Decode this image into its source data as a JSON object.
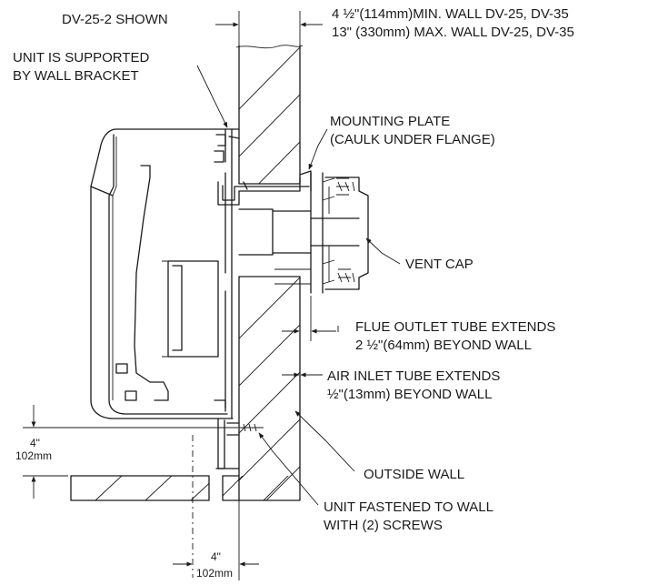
{
  "labels": {
    "model_shown": "DV-25-2 SHOWN",
    "wall_min": "4 ½\"(114mm)MIN. WALL DV-25, DV-35",
    "wall_max": "13\" (330mm) MAX. WALL DV-25, DV-35",
    "bracket_1": "UNIT IS SUPPORTED",
    "bracket_2": "BY WALL BRACKET",
    "plate_1": "MOUNTING PLATE",
    "plate_2": "(CAULK UNDER FLANGE)",
    "vent_cap": "VENT CAP",
    "flue_1": "FLUE OUTLET TUBE EXTENDS",
    "flue_2": "2 ½\"(64mm) BEYOND WALL",
    "air_1": "AIR INLET TUBE EXTENDS",
    "air_2": "½\"(13mm) BEYOND WALL",
    "outside_wall": "OUTSIDE WALL",
    "fasten_1": "UNIT FASTENED TO WALL",
    "fasten_2": "WITH (2) SCREWS",
    "clear_v_in": "4\"",
    "clear_v_mm": "102mm",
    "clear_h_in": "4\"",
    "clear_h_mm": "102mm"
  }
}
